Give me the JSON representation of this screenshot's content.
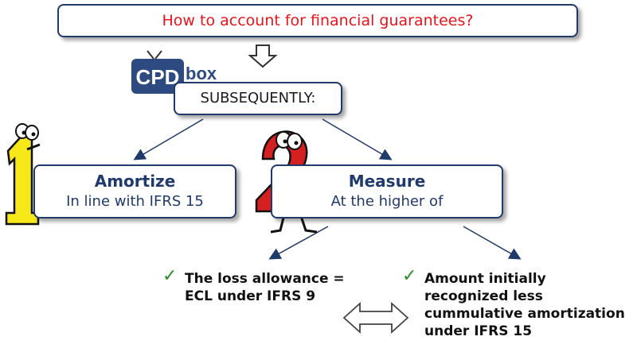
{
  "title": "How to account for financial guarantees?",
  "subsequently": "SUBSEQUENTLY:",
  "logo": {
    "cpd": "CPD",
    "box": "box"
  },
  "left_box": {
    "heading": "Amortize",
    "subtext": "In line with IFRS 15"
  },
  "right_box": {
    "heading": "Measure",
    "subtext": "At the higher of"
  },
  "option1": {
    "line1": "The loss allowance =",
    "line2": "ECL under IFRS 9"
  },
  "option2": {
    "line1": "Amount initially",
    "line2": "recognized less",
    "line3": "cummulative amortization",
    "line4": "under IFRS 15"
  },
  "colors": {
    "title": "#e8141c",
    "border": "#1f3a6b",
    "check": "#2e8b2e",
    "number_one": "#f7e81a",
    "number_two": "#d42020"
  },
  "icons": [
    "down-arrow-icon",
    "number-one-character",
    "number-two-character",
    "check-icon",
    "double-arrow-icon"
  ]
}
